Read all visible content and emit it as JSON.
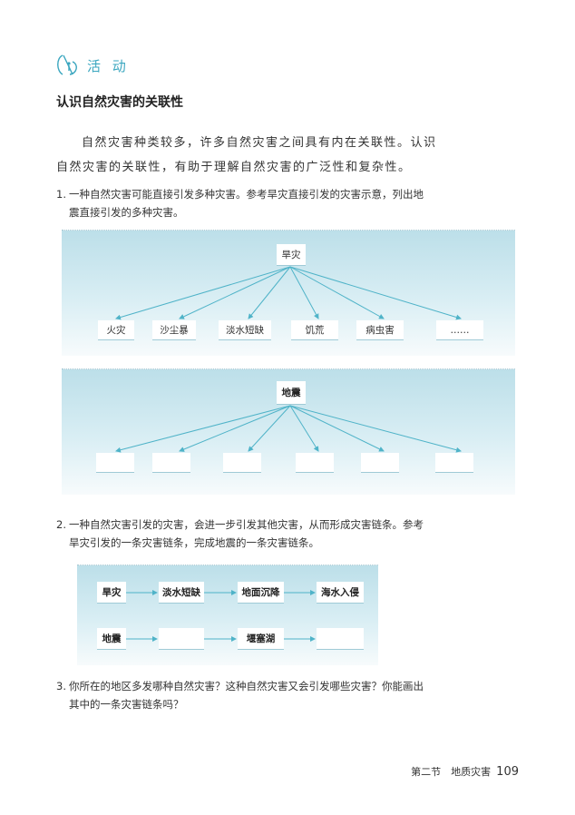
{
  "header": {
    "activity_icon": "activity-icon",
    "activity_label": "活 动"
  },
  "section_title": "认识自然灾害的关联性",
  "intro": "自然灾害种类较多，许多自然灾害之间具有内在关联性。认识自然灾害的关联性，有助于理解自然灾害的广泛性和复杂性。",
  "questions": [
    {
      "num": "1.",
      "line1": "一种自然灾害可能直接引发多种灾害。参考旱灾直接引发的灾害示意，列出地",
      "line2": "震直接引发的多种灾害。"
    },
    {
      "num": "2.",
      "line1": "一种自然灾害引发的灾害，会进一步引发其他灾害，从而形成灾害链条。参考",
      "line2": "旱灾引发的一条灾害链条，完成地震的一条灾害链条。"
    },
    {
      "num": "3.",
      "line1": "你所在的地区多发哪种自然灾害？这种自然灾害又会引发哪些灾害？你能画出",
      "line2": "其中的一条灾害链条吗？"
    }
  ],
  "diagram1": {
    "root": "旱灾",
    "children": [
      "火灾",
      "沙尘暴",
      "淡水短缺",
      "饥荒",
      "病虫害",
      "……"
    ]
  },
  "diagram2": {
    "root": "地震",
    "children": [
      "",
      "",
      "",
      "",
      "",
      ""
    ]
  },
  "chains": {
    "drought_chain": [
      "旱灾",
      "淡水短缺",
      "地面沉降",
      "海水入侵"
    ],
    "quake_chain": [
      "地震",
      "",
      "堰塞湖",
      ""
    ]
  },
  "footer": {
    "section": "第二节　地质灾害",
    "page": "109"
  },
  "colors": {
    "accent": "#3aa6bf",
    "arrow": "#4fb3c8",
    "panel_top": "#bcdfe9"
  }
}
